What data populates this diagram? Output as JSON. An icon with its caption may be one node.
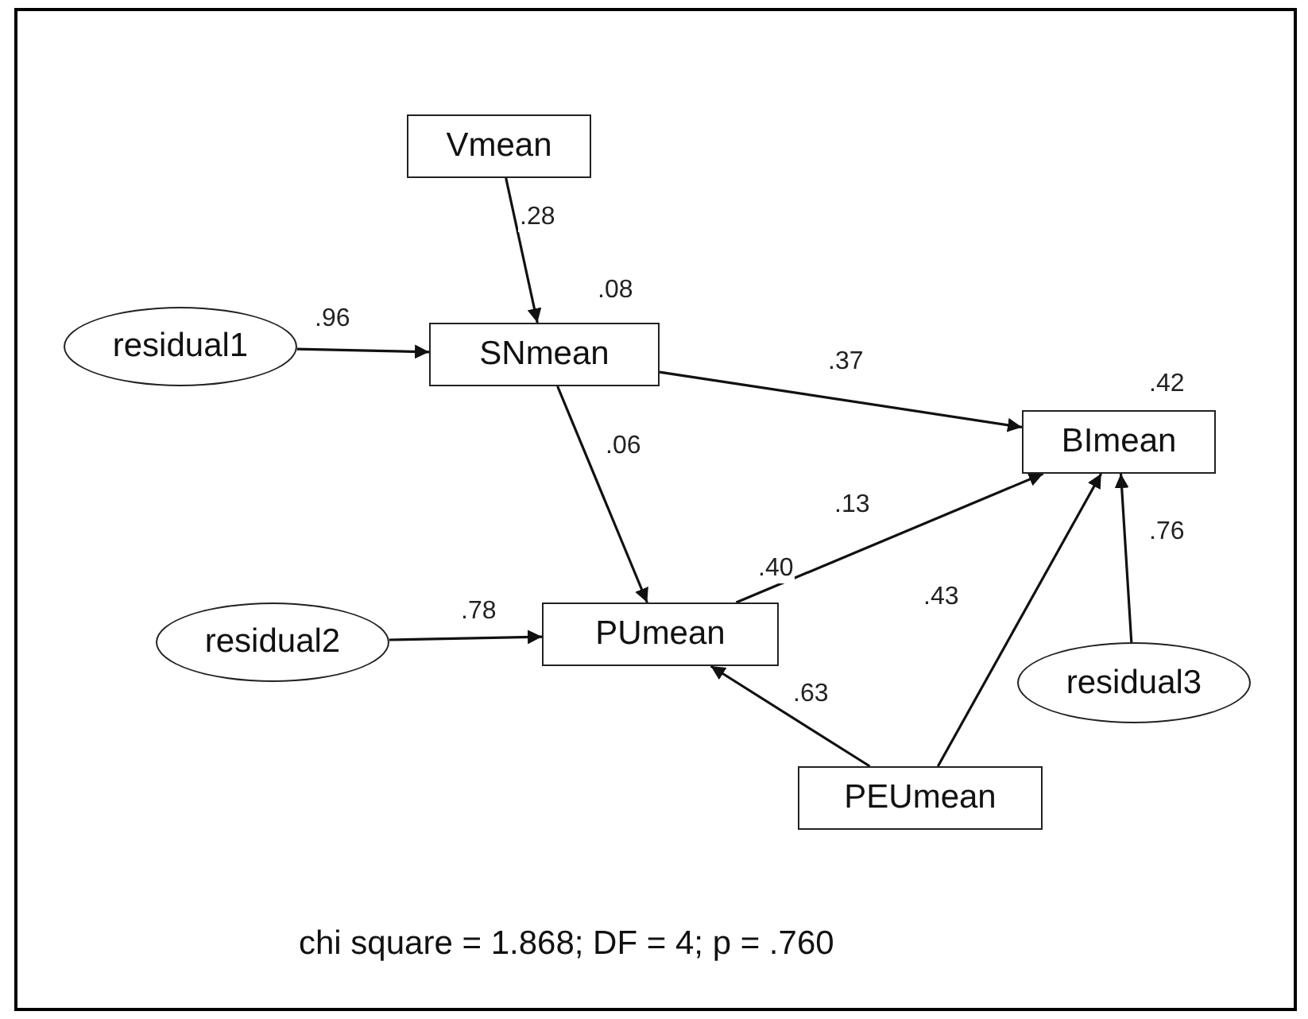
{
  "diagram": {
    "caption": "chi square = 1.868; DF = 4; p = .760",
    "nodes": [
      {
        "text": [
          "Vmean"
        ]
      },
      {
        "text": [
          "residual1"
        ]
      },
      {
        "text": [
          "SNmean"
        ],
        "beside": [
          ".08"
        ]
      },
      {
        "text": [
          "BImean"
        ],
        "beside": [
          ".42"
        ]
      },
      {
        "text": [
          "residual2"
        ]
      },
      {
        "text": [
          "PUmean"
        ],
        "beside": [
          ".40"
        ]
      },
      {
        "text": [
          "residual3"
        ]
      },
      {
        "text": [
          "PEUmean"
        ]
      }
    ],
    "edges": [
      {
        "from": 0,
        "to": 2,
        "arrow": "to",
        "label": ".28"
      },
      {
        "from": 1,
        "to": 2,
        "arrow": "to",
        "label": ".96"
      },
      {
        "from": 2,
        "to": 3,
        "arrow": "to",
        "label": ".37"
      },
      {
        "from": 2,
        "to": 5,
        "arrow": "to",
        "label": ".06"
      },
      {
        "from": 5,
        "to": 3,
        "arrow": "to",
        "label": ".13"
      },
      {
        "from": 4,
        "to": 5,
        "arrow": "to",
        "label": ".78"
      },
      {
        "from": 7,
        "to": 5,
        "arrow": "to",
        "label": ".63"
      },
      {
        "from": 7,
        "to": 3,
        "arrow": "to",
        "label": ".43"
      },
      {
        "from": 6,
        "to": 3,
        "arrow": "to",
        "label": ".76"
      }
    ]
  }
}
